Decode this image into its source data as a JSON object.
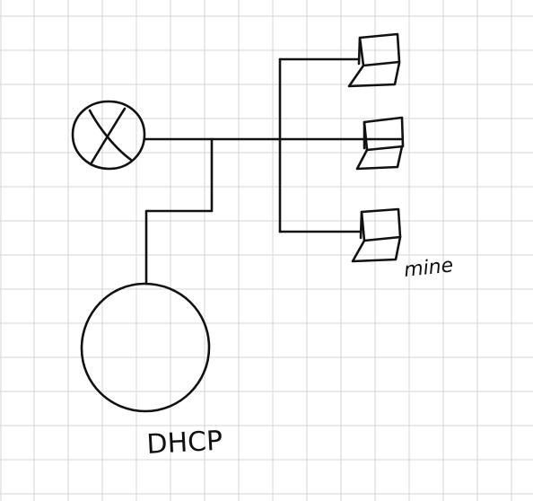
{
  "diagram": {
    "labels": {
      "server": "DHCP",
      "client": "mine"
    },
    "nodes": [
      {
        "id": "router",
        "shape": "circle-with-x",
        "icon": "router-icon"
      },
      {
        "id": "dhcp-server",
        "shape": "circle",
        "label_key": "server"
      },
      {
        "id": "laptop-1",
        "shape": "laptop",
        "icon": "laptop-icon"
      },
      {
        "id": "laptop-2",
        "shape": "laptop",
        "icon": "laptop-icon"
      },
      {
        "id": "laptop-3",
        "shape": "laptop",
        "icon": "laptop-icon",
        "label_key": "client"
      }
    ],
    "edges": [
      {
        "from": "router",
        "to": "dhcp-server"
      },
      {
        "from": "router",
        "to": "laptop-1"
      },
      {
        "from": "router",
        "to": "laptop-2"
      },
      {
        "from": "router",
        "to": "laptop-3"
      }
    ],
    "background": "grid-paper",
    "colors": {
      "ink": "#111111",
      "grid": "#d6d6d6",
      "paper": "#ffffff"
    }
  }
}
